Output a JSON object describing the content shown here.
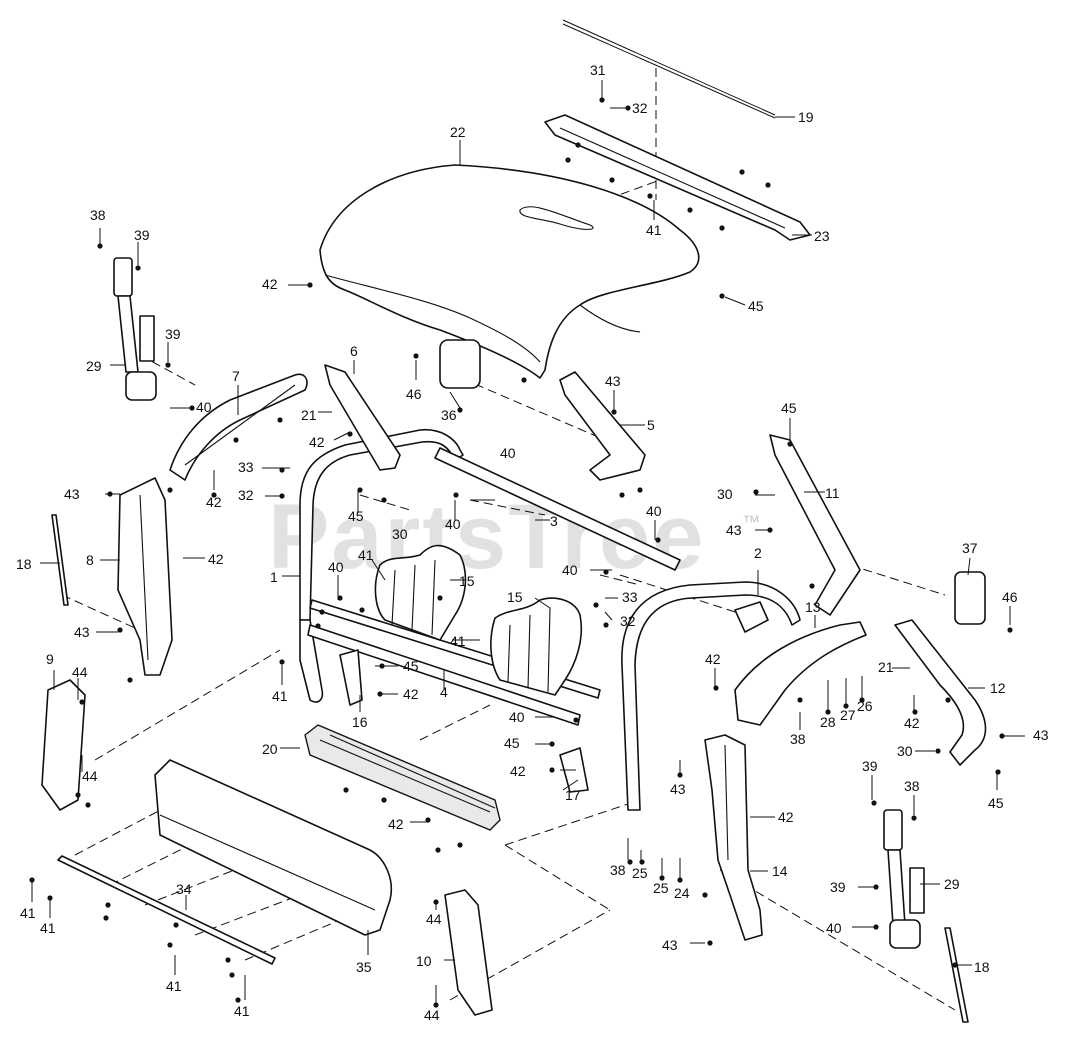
{
  "watermark": {
    "text": "PartsTree",
    "trademark": "™"
  },
  "callouts": [
    {
      "id": "c31",
      "label": "31"
    },
    {
      "id": "c32a",
      "label": "32"
    },
    {
      "id": "c19",
      "label": "19"
    },
    {
      "id": "c22",
      "label": "22"
    },
    {
      "id": "c41a",
      "label": "41"
    },
    {
      "id": "c23",
      "label": "23"
    },
    {
      "id": "c38a",
      "label": "38"
    },
    {
      "id": "c39a",
      "label": "39"
    },
    {
      "id": "c42a",
      "label": "42"
    },
    {
      "id": "c45a",
      "label": "45"
    },
    {
      "id": "c39b",
      "label": "39"
    },
    {
      "id": "c29a",
      "label": "29"
    },
    {
      "id": "c6",
      "label": "6"
    },
    {
      "id": "c7",
      "label": "7"
    },
    {
      "id": "c40a",
      "label": "40"
    },
    {
      "id": "c46a",
      "label": "46"
    },
    {
      "id": "c36",
      "label": "36"
    },
    {
      "id": "c43a",
      "label": "43"
    },
    {
      "id": "c45b",
      "label": "45"
    },
    {
      "id": "c21a",
      "label": "21"
    },
    {
      "id": "c42b",
      "label": "42"
    },
    {
      "id": "c5",
      "label": "5"
    },
    {
      "id": "c40b",
      "label": "40"
    },
    {
      "id": "c33a",
      "label": "33"
    },
    {
      "id": "c32b",
      "label": "32"
    },
    {
      "id": "c42c",
      "label": "42"
    },
    {
      "id": "c43b",
      "label": "43"
    },
    {
      "id": "c45c",
      "label": "45"
    },
    {
      "id": "c40c",
      "label": "40"
    },
    {
      "id": "c30a",
      "label": "30"
    },
    {
      "id": "c11",
      "label": "11"
    },
    {
      "id": "c40d",
      "label": "40"
    },
    {
      "id": "c43c",
      "label": "43"
    },
    {
      "id": "c3",
      "label": "3"
    },
    {
      "id": "c8",
      "label": "8"
    },
    {
      "id": "c42d",
      "label": "42"
    },
    {
      "id": "c18a",
      "label": "18"
    },
    {
      "id": "c30b",
      "label": "30"
    },
    {
      "id": "c41b",
      "label": "41"
    },
    {
      "id": "c40e",
      "label": "40"
    },
    {
      "id": "c40f",
      "label": "40"
    },
    {
      "id": "c2",
      "label": "2"
    },
    {
      "id": "c37",
      "label": "37"
    },
    {
      "id": "c1",
      "label": "1"
    },
    {
      "id": "c15a",
      "label": "15"
    },
    {
      "id": "c15b",
      "label": "15"
    },
    {
      "id": "c33b",
      "label": "33"
    },
    {
      "id": "c46b",
      "label": "46"
    },
    {
      "id": "c43d",
      "label": "43"
    },
    {
      "id": "c41c",
      "label": "41"
    },
    {
      "id": "c32c",
      "label": "32"
    },
    {
      "id": "c13",
      "label": "13"
    },
    {
      "id": "c9",
      "label": "9"
    },
    {
      "id": "c44a",
      "label": "44"
    },
    {
      "id": "c45d",
      "label": "45"
    },
    {
      "id": "c42e",
      "label": "42"
    },
    {
      "id": "c21b",
      "label": "21"
    },
    {
      "id": "c12",
      "label": "12"
    },
    {
      "id": "c41d",
      "label": "41"
    },
    {
      "id": "c4",
      "label": "4"
    },
    {
      "id": "c42f",
      "label": "42"
    },
    {
      "id": "c28",
      "label": "28"
    },
    {
      "id": "c27",
      "label": "27"
    },
    {
      "id": "c26",
      "label": "26"
    },
    {
      "id": "c16",
      "label": "16"
    },
    {
      "id": "c40g",
      "label": "40"
    },
    {
      "id": "c42g",
      "label": "42"
    },
    {
      "id": "c38b",
      "label": "38"
    },
    {
      "id": "c43e",
      "label": "43"
    },
    {
      "id": "c44b",
      "label": "44"
    },
    {
      "id": "c20",
      "label": "20"
    },
    {
      "id": "c45e",
      "label": "45"
    },
    {
      "id": "c30c",
      "label": "30"
    },
    {
      "id": "c42h",
      "label": "42"
    },
    {
      "id": "c39c",
      "label": "39"
    },
    {
      "id": "c38c",
      "label": "38"
    },
    {
      "id": "c45f",
      "label": "45"
    },
    {
      "id": "c17",
      "label": "17"
    },
    {
      "id": "c43f",
      "label": "43"
    },
    {
      "id": "c42i",
      "label": "42"
    },
    {
      "id": "c42j",
      "label": "42"
    },
    {
      "id": "c38d",
      "label": "38"
    },
    {
      "id": "c25a",
      "label": "25"
    },
    {
      "id": "c25b",
      "label": "25"
    },
    {
      "id": "c24",
      "label": "24"
    },
    {
      "id": "c14",
      "label": "14"
    },
    {
      "id": "c34",
      "label": "34"
    },
    {
      "id": "c29b",
      "label": "29"
    },
    {
      "id": "c39d",
      "label": "39"
    },
    {
      "id": "c41e",
      "label": "41"
    },
    {
      "id": "c41f",
      "label": "41"
    },
    {
      "id": "c44c",
      "label": "44"
    },
    {
      "id": "c40h",
      "label": "40"
    },
    {
      "id": "c41g",
      "label": "41"
    },
    {
      "id": "c35",
      "label": "35"
    },
    {
      "id": "c10",
      "label": "10"
    },
    {
      "id": "c43g",
      "label": "43"
    },
    {
      "id": "c18b",
      "label": "18"
    },
    {
      "id": "c41h",
      "label": "41"
    },
    {
      "id": "c44d",
      "label": "44"
    }
  ]
}
